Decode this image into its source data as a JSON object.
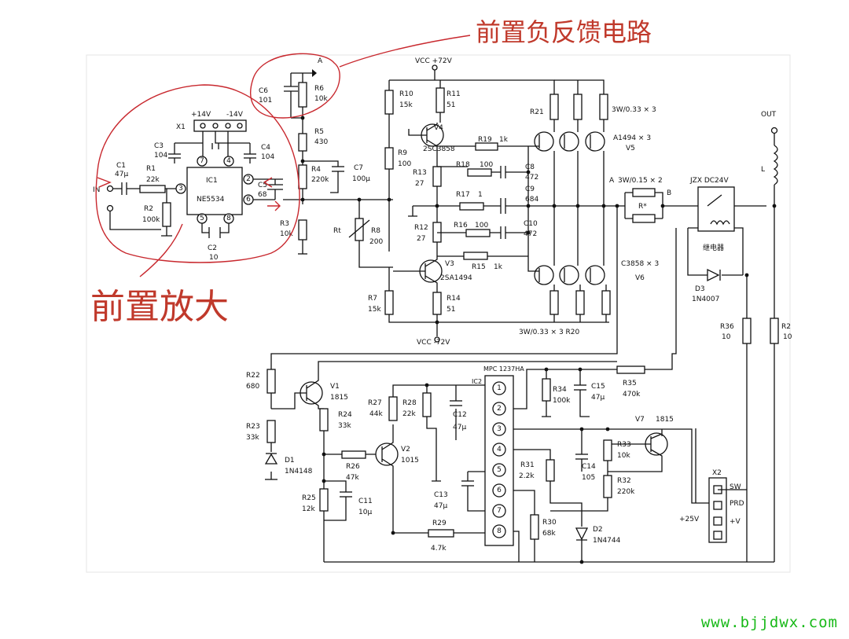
{
  "annotations": {
    "feedback_title": "前置负反馈电路",
    "preamp_title": "前置放大"
  },
  "labels": {
    "in": "IN",
    "out": "OUT",
    "vcc_pos": "VCC  +72V",
    "vcc_neg": "VCC  -72V",
    "node_a_top": "A",
    "node_a": "A",
    "node_b": "B",
    "x1": "X1",
    "plus14": "+14V",
    "minus14": "-14V",
    "ic1": "IC1",
    "ic1_part": "NE5534",
    "ic2": "IC2",
    "ic2_part": "MPC 1237HA",
    "relay": "JZX  DC24V",
    "relay_cn": "继电器",
    "plus25": "+25V",
    "x2": "X2",
    "sw": "SW",
    "prd": "PRD",
    "pv": "+V",
    "l": "L",
    "v5_note": "A1494 × 3",
    "v5": "V5",
    "v6_note": "C3858 × 3",
    "v6": "V6",
    "r21_note": "3W/0.33 × 3",
    "r20_note": "3W/0.33 × 3  R20",
    "rstar_note": "3W/0.15 × 2",
    "rstar": "R*",
    "watermark": "www.bjjdwx.com"
  },
  "components": {
    "c1": "C1",
    "c1v": "47μ",
    "r1": "R1",
    "r1v": "22k",
    "r2": "R2",
    "r2v": "100k",
    "c2": "C2",
    "c2v": "10",
    "c3": "C3",
    "c3v": "104",
    "c4": "C4",
    "c4v": "104",
    "c5": "C5",
    "c5v": "68",
    "c6": "C6",
    "c6v": "101",
    "r6": "R6",
    "r6v": "10k",
    "r5": "R5",
    "r5v": "430",
    "r4": "R4",
    "r4v": "220k",
    "c7": "C7",
    "c7v": "100μ",
    "r3": "R3",
    "r3v": "10k",
    "rt": "Rt",
    "r8": "R8",
    "r8v": "200",
    "r10": "R10",
    "r10v": "15k",
    "r11": "R11",
    "r11v": "51",
    "v4": "V4",
    "v4v": "2SC3858",
    "r19": "R19",
    "r19v": "1k",
    "r9": "R9",
    "r9v": "100",
    "r13": "R13",
    "r13v": "27",
    "r18": "R18",
    "r18v": "100",
    "c8": "C8",
    "c8v": "472",
    "r17": "R17",
    "r17v": "1",
    "c9": "C9",
    "c9v": "684",
    "r12": "R12",
    "r12v": "27",
    "r16": "R16",
    "r16v": "100",
    "c10": "C10",
    "c10v": "472",
    "v3": "V3",
    "v3v": "2SA1494",
    "r15": "R15",
    "r15v": "1k",
    "r7": "R7",
    "r7v": "15k",
    "r14": "R14",
    "r14v": "51",
    "r21": "R21",
    "d3": "D3",
    "d3v": "1N4007",
    "r36": "R36",
    "r36v": "10",
    "r2x": "R2",
    "r2xv": "10",
    "r22": "R22",
    "r22v": "680",
    "v1": "V1",
    "v1v": "1815",
    "r23": "R23",
    "r23v": "33k",
    "r24": "R24",
    "r24v": "33k",
    "d1": "D1",
    "d1v": "1N4148",
    "r26": "R26",
    "r26v": "47k",
    "r25": "R25",
    "r25v": "12k",
    "c11": "C11",
    "c11v": "10μ",
    "r27": "R27",
    "r27v": "44k",
    "r28": "R28",
    "r28v": "22k",
    "c12": "C12",
    "c12v": "47μ",
    "v2": "V2",
    "v2v": "1015",
    "c13": "C13",
    "c13v": "47μ",
    "r29": "R29",
    "r29v": "4.7k",
    "r34": "R34",
    "r34v": "100k",
    "c15": "C15",
    "c15v": "47μ",
    "r35": "R35",
    "r35v": "470k",
    "v7": "V7",
    "v7v": "1815",
    "r31": "R31",
    "r31v": "2.2k",
    "c14": "C14",
    "c14v": "105",
    "r33": "R33",
    "r33v": "10k",
    "r32": "R32",
    "r32v": "220k",
    "r30": "R30",
    "r30v": "68k",
    "d2": "D2",
    "d2v": "1N4744"
  },
  "pins": {
    "ic1": [
      "7",
      "4",
      "3",
      "2",
      "6",
      "5",
      "8"
    ],
    "ic2": [
      "1",
      "2",
      "3",
      "4",
      "5",
      "6",
      "7",
      "8"
    ]
  }
}
